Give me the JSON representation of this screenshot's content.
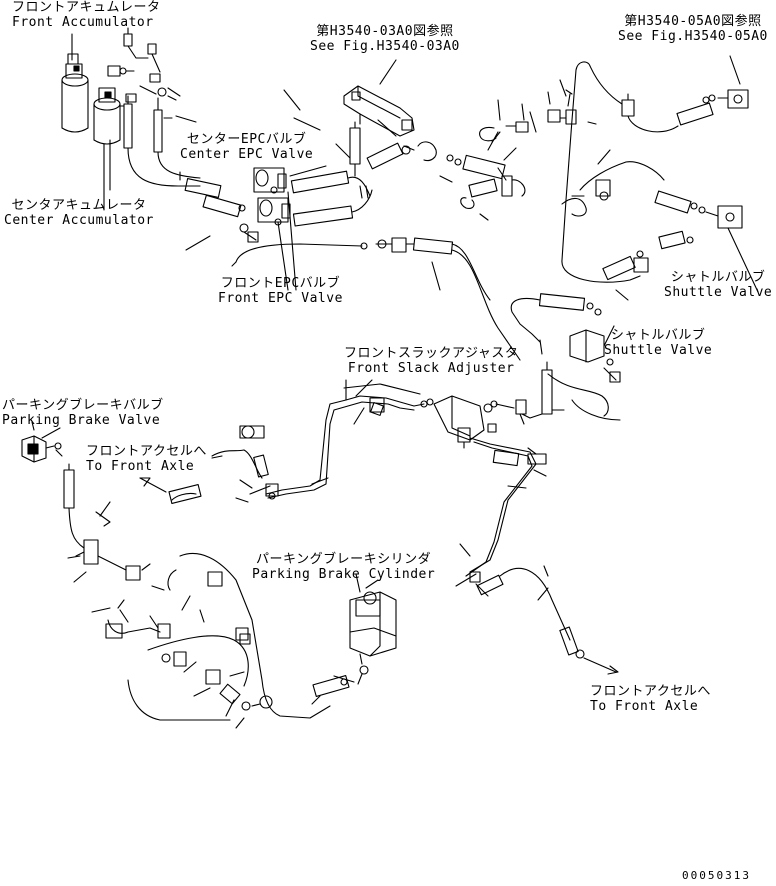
{
  "colors": {
    "line": "#000000",
    "background": "#ffffff"
  },
  "labels": {
    "front_accumulator": {
      "jp": "フロントアキュムレータ",
      "en": "Front Accumulator"
    },
    "center_accumulator": {
      "jp": "センタアキュムレータ",
      "en": "Center Accumulator"
    },
    "see_fig_03a0": {
      "jp": "第H3540-03A0図参照",
      "en": "See Fig.H3540-03A0"
    },
    "see_fig_05a0": {
      "jp": "第H3540-05A0図参照",
      "en": "See Fig.H3540-05A0"
    },
    "center_epc_valve": {
      "jp": "センターEPCバルブ",
      "en": "Center EPC Valve"
    },
    "front_epc_valve": {
      "jp": "フロントEPCバルブ",
      "en": "Front EPC Valve"
    },
    "shuttle_valve_1": {
      "jp": "シャトルバルブ",
      "en": "Shuttle Valve"
    },
    "shuttle_valve_2": {
      "jp": "シャトルバルブ",
      "en": "Shuttle Valve"
    },
    "front_slack_adjuster": {
      "jp": "フロントスラックアジャスタ",
      "en": "Front Slack Adjuster"
    },
    "parking_brake_valve": {
      "jp": "パーキングブレーキバルブ",
      "en": "Parking Brake Valve"
    },
    "to_front_axle_1": {
      "jp": "フロントアクセルへ",
      "en": "To Front Axle"
    },
    "parking_brake_cylinder": {
      "jp": "パーキングブレーキシリンダ",
      "en": "Parking Brake Cylinder"
    },
    "to_front_axle_2": {
      "jp": "フロントアクセルへ",
      "en": "To Front Axle"
    }
  },
  "figure_number": "00050313"
}
